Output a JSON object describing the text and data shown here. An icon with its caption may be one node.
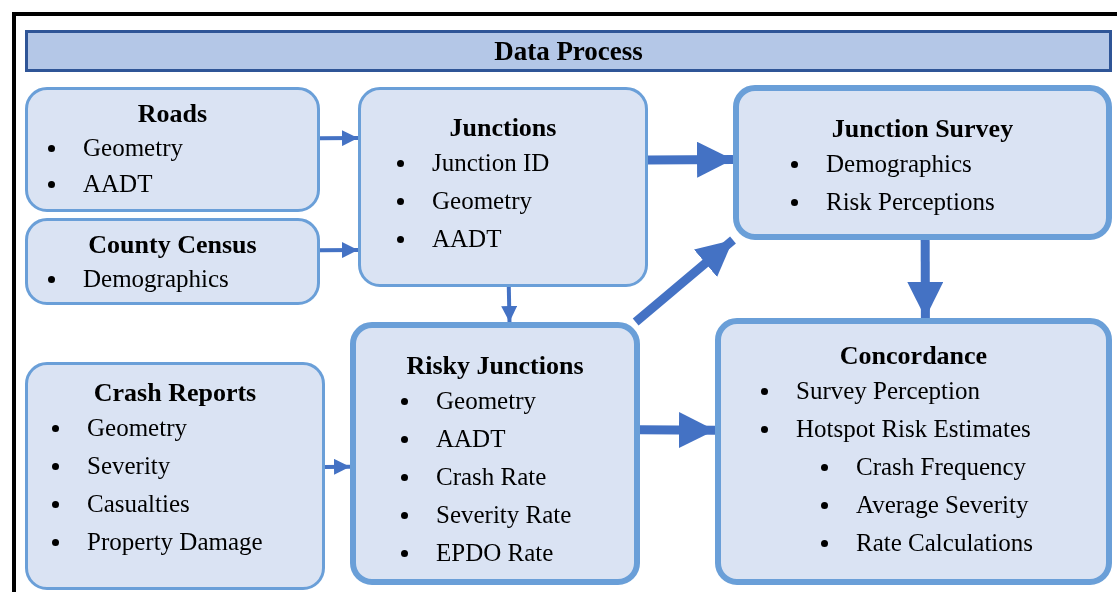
{
  "diagram": {
    "nodes": [
      {
        "text": [
          "Data Process"
        ]
      },
      {
        "text": [
          "Roads",
          "Geometry",
          "AADT"
        ]
      },
      {
        "text": [
          "County Census",
          "Demographics"
        ]
      },
      {
        "text": [
          "Junctions",
          "Junction ID",
          "Geometry",
          "AADT"
        ]
      },
      {
        "text": [
          "Junction Survey",
          "Demographics",
          "Risk Perceptions"
        ]
      },
      {
        "text": [
          "Crash Reports",
          "Geometry",
          "Severity",
          "Casualties",
          "Property Damage"
        ]
      },
      {
        "text": [
          "Risky Junctions",
          "Geometry",
          "AADT",
          "Crash Rate",
          "Severity Rate",
          "EPDO Rate"
        ]
      },
      {
        "text": [
          "Concordance",
          "Survey Perception",
          "Hotspot Risk Estimates",
          "Crash Frequency",
          "Average Severity",
          "Rate Calculations"
        ]
      }
    ],
    "edges": [
      {
        "from": 1,
        "to": 3,
        "arrow": "to"
      },
      {
        "from": 2,
        "to": 3,
        "arrow": "to"
      },
      {
        "from": 3,
        "to": 4,
        "arrow": "to",
        "style": "thick"
      },
      {
        "from": 3,
        "to": 6,
        "arrow": "to"
      },
      {
        "from": 6,
        "to": 4,
        "arrow": "to",
        "style": "thick"
      },
      {
        "from": 4,
        "to": 7,
        "arrow": "to",
        "style": "thick"
      },
      {
        "from": 5,
        "to": 6,
        "arrow": "to"
      },
      {
        "from": 6,
        "to": 7,
        "arrow": "to",
        "style": "thick"
      }
    ]
  }
}
